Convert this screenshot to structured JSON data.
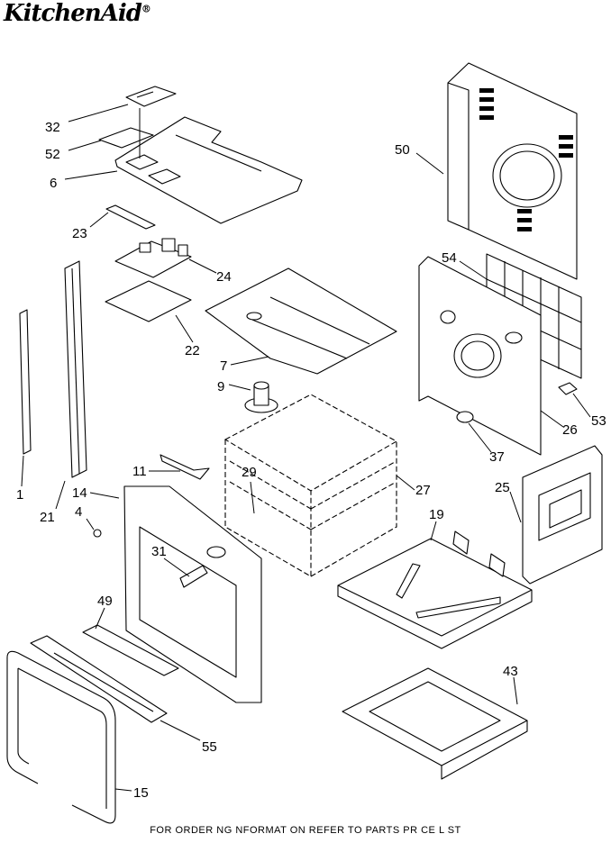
{
  "brand": {
    "logo_text": "KitchenAid",
    "registered_mark": "®"
  },
  "footer_text": "FOR ORDER NG NFORMAT ON REFER TO PARTS PR CE L ST",
  "callouts": {
    "c32": "32",
    "c52": "52",
    "c6": "6",
    "c50": "50",
    "c23": "23",
    "c24": "24",
    "c54": "54",
    "c22": "22",
    "c7": "7",
    "c9": "9",
    "c53": "53",
    "c26": "26",
    "c37": "37",
    "c1": "1",
    "c21": "21",
    "c11": "11",
    "c29": "29",
    "c27": "27",
    "c14": "14",
    "c4": "4",
    "c25": "25",
    "c19": "19",
    "c31": "31",
    "c49": "49",
    "c43": "43",
    "c55": "55",
    "c15": "15"
  }
}
